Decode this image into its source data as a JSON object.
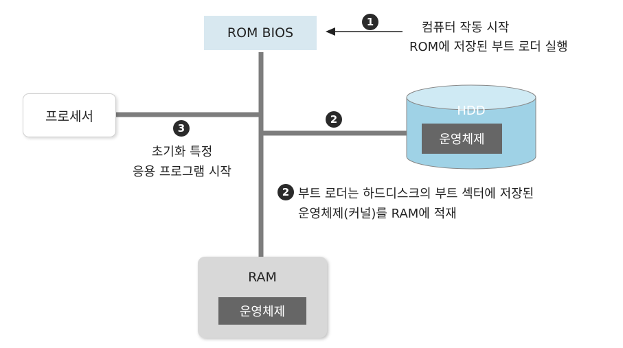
{
  "rom_bios": {
    "label": "ROM BIOS",
    "color": "#d8e8f0"
  },
  "processor": {
    "label": "프로세서"
  },
  "hdd": {
    "label": "HDD",
    "os_label": "운영체제",
    "fill": "#9fd2e6",
    "top_fill": "#cfeaf4"
  },
  "ram": {
    "label": "RAM",
    "os_label": "운영체제",
    "fill": "#d8d8d8"
  },
  "os_box_color": "#666666",
  "bus_color": "#7d7d7d",
  "step1": {
    "number": "1",
    "line1": "컴퓨터 작동 시작",
    "line2": "ROM에 저장된 부트 로더 실행"
  },
  "step2": {
    "number": "2",
    "line1": "부트 로더는 하드디스크의 부트 섹터에 저장된",
    "line2": "운영체제(커널)를 RAM에 적재"
  },
  "step3": {
    "number": "3",
    "line1": "초기화 특정",
    "line2": "응용 프로그램 시작"
  }
}
